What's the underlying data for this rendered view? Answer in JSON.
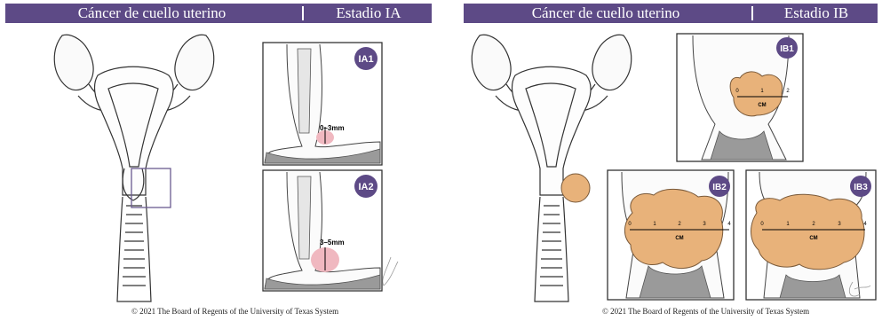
{
  "left_panel": {
    "title": "Cáncer de cuello uterino",
    "stage": "Estadio IA",
    "copyright": "© 2021 The Board of Regents of the University of Texas System",
    "insets": [
      {
        "badge": "IA1",
        "measure": "0–3mm"
      },
      {
        "badge": "IA2",
        "measure": "3–5mm"
      }
    ]
  },
  "right_panel": {
    "title": "Cáncer de cuello uterino",
    "stage": "Estadio IB",
    "copyright": "© 2021 The Board of Regents of the University of Texas System",
    "insets": [
      {
        "badge": "IB1",
        "scale_ticks": [
          "0",
          "1",
          "2"
        ],
        "unit": "CM"
      },
      {
        "badge": "IB2",
        "scale_ticks": [
          "0",
          "1",
          "2",
          "3",
          "4"
        ],
        "unit": "CM"
      },
      {
        "badge": "IB3",
        "scale_ticks": [
          "0",
          "1",
          "2",
          "3",
          "4"
        ],
        "unit": "CM"
      }
    ]
  },
  "colors": {
    "title_bg": "#5d4a86",
    "badge_bg": "#5d4a86",
    "tumor": "#e8b27a",
    "lesion_pink": "#f0b8c0"
  }
}
